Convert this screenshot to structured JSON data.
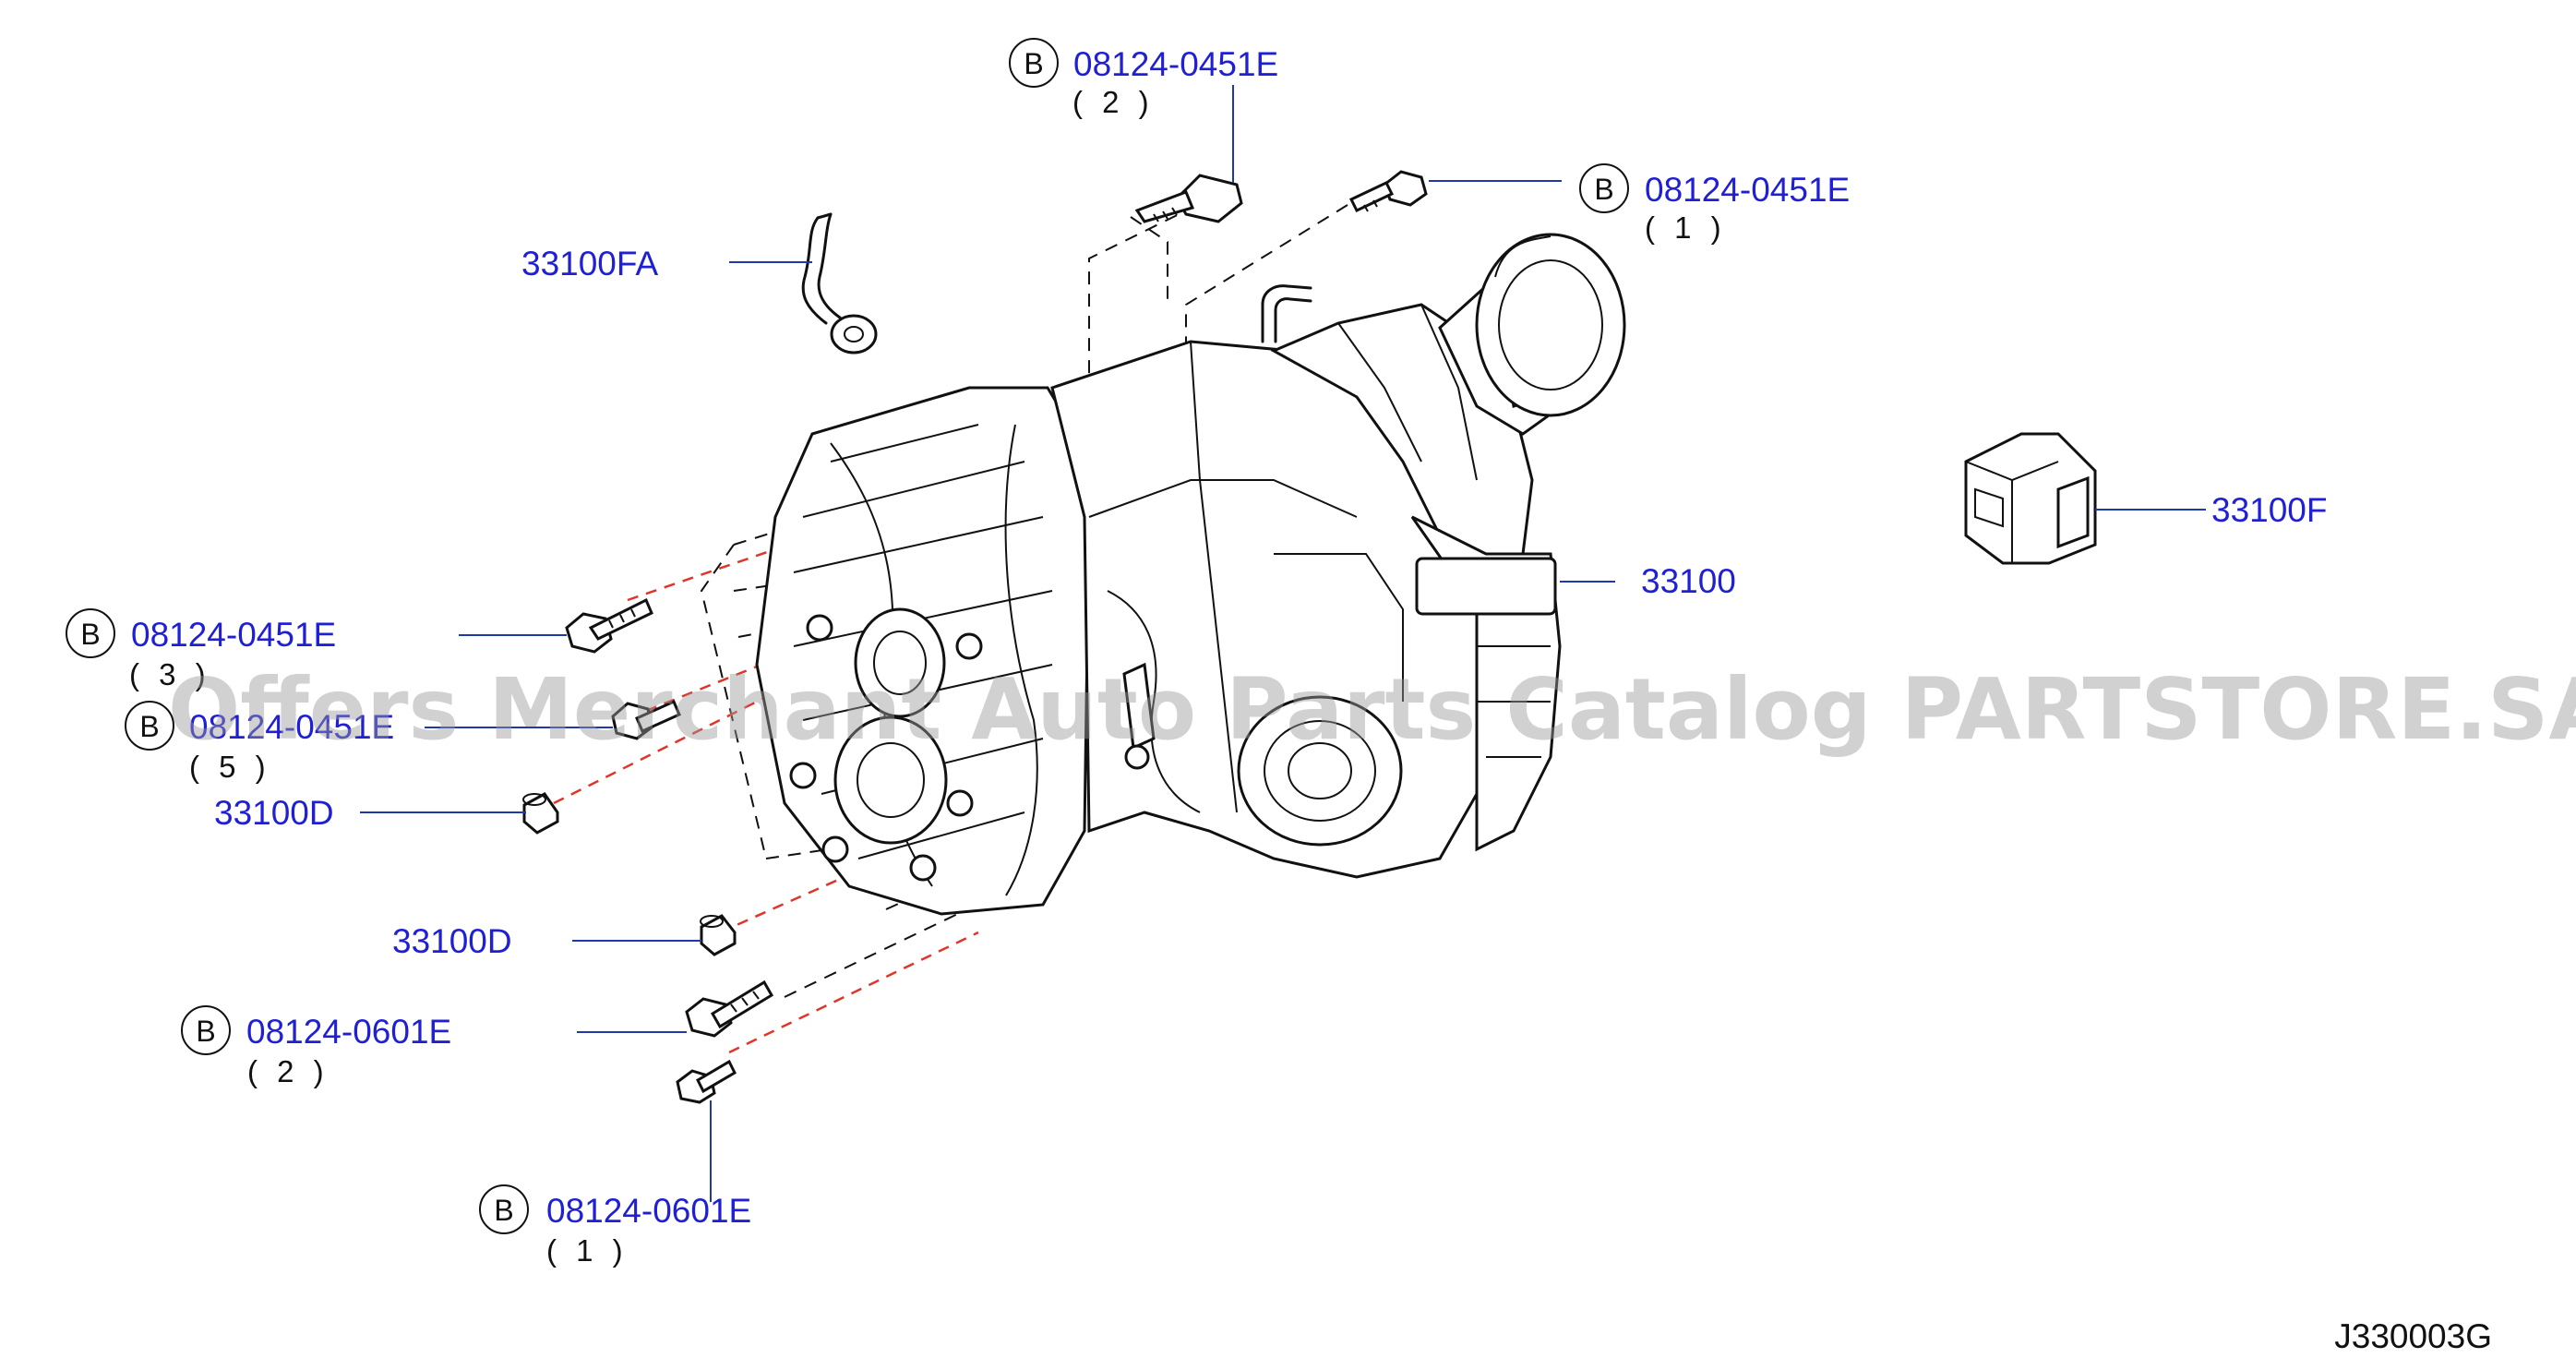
{
  "diagram": {
    "code": "J330003G",
    "watermark": "Offers Merchant Auto Parts Catalog PARTSTORE.SA",
    "colors": {
      "label": "#1f1fd6",
      "leader": "#1f3aa8",
      "line": "#111111",
      "dash_red": "#e0352b"
    },
    "badge_letter": "B",
    "callouts": {
      "bolt_top_2": {
        "part": "08124-0451E",
        "qty": "( 2 )"
      },
      "bolt_top_1": {
        "part": "08124-0451E",
        "qty": "( 1 )"
      },
      "bolt_left_3": {
        "part": "08124-0451E",
        "qty": "( 3 )"
      },
      "bolt_left_5": {
        "part": "08124-0451E",
        "qty": "( 5 )"
      },
      "bracket": {
        "part": "33100FA"
      },
      "transfer_assembly": {
        "part": "33100"
      },
      "connector": {
        "part": "33100F"
      },
      "dowel_upper": {
        "part": "33100D"
      },
      "dowel_lower": {
        "part": "33100D"
      },
      "bolt_bottom_2": {
        "part": "08124-0601E",
        "qty": "( 2 )"
      },
      "bolt_bottom_1": {
        "part": "08124-0601E",
        "qty": "( 1 )"
      }
    }
  }
}
